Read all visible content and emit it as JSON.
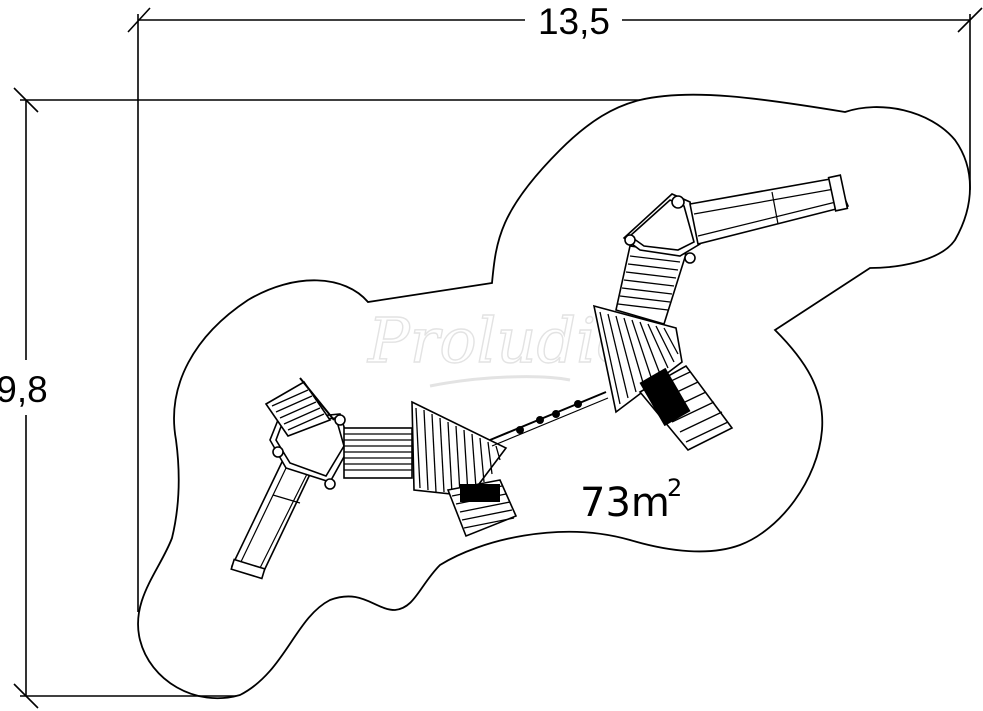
{
  "dimensions": {
    "width_label": "13,5",
    "height_label": "9,8"
  },
  "area": {
    "value": "73m",
    "unit_sup": "2"
  },
  "watermark": {
    "text": "Proludic"
  },
  "colors": {
    "line": "#000000",
    "background": "#ffffff",
    "watermark": "#e3e3e3"
  }
}
